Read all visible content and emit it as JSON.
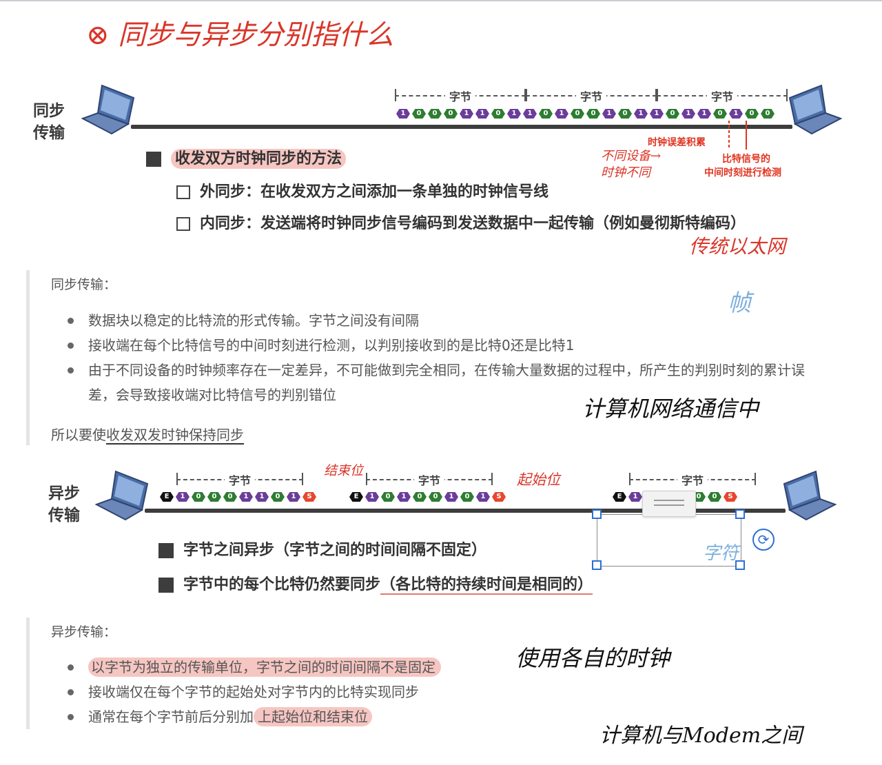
{
  "title_hand": "⊗ 同步与异步分别指什么",
  "sync": {
    "label": "同步\n传输",
    "byte_label": "字节",
    "bits": [
      "1",
      "0",
      "0",
      "0",
      "1",
      "1",
      "0",
      "1",
      "1",
      "0",
      "1",
      "0",
      "0",
      "1",
      "0",
      "1",
      "1",
      "0",
      "1",
      "1",
      "0",
      "1",
      "0",
      "0"
    ],
    "annot_clock_error": "时钟误差积累",
    "annot_detect_1": "比特信号的",
    "annot_detect_2": "中间时刻进行检测",
    "hand_device_clock": "不同设备→ 时钟不同",
    "heading": "收发双方时钟同步的方法",
    "external": "外同步：在收发双方之间添加一条单独的时钟信号线",
    "internal": "内同步：发送端将时钟同步信号编码到发送数据中一起传输（例如曼彻斯特编码）",
    "hand_ethernet": "传统以太网"
  },
  "note_sync": {
    "title": "同步传输：",
    "bullets": [
      "数据块以稳定的比特流的形式传输。字节之间没有间隔",
      "接收端在每个比特信号的中间时刻进行检测，以判别接收到的是比特0还是比特1",
      "由于不同设备的时钟频率存在一定差异，不可能做到完全相同，在传输大量数据的过程中，所产生的判别时刻的累计误差，会导致接收端对比特信号的判别错位"
    ],
    "footer_prefix": "所以要使",
    "footer_underlined": "收发双发时钟保持同步",
    "hand_frame": "帧",
    "hand_network": "计算机网络通信中"
  },
  "async": {
    "label": "异步\n传输",
    "byte_label": "字节",
    "groups": [
      [
        "E",
        "1",
        "0",
        "0",
        "0",
        "1",
        "1",
        "0",
        "1",
        "S"
      ],
      [
        "E",
        "1",
        "0",
        "1",
        "0",
        "0",
        "1",
        "0",
        "1",
        "S"
      ],
      [
        "E",
        "1",
        "0",
        "0",
        "1",
        "0",
        "0",
        "S"
      ]
    ],
    "hand_end": "结束位",
    "hand_start": "起始位",
    "line1_main": "字节之间异步",
    "line1_paren": "（字节之间的时间间隔不固定）",
    "line2_main": "字节中的每个比特仍然要同步",
    "line2_paren": "（各比特的持续时间是相同的）",
    "hand_char": "字符"
  },
  "note_async": {
    "title": "异步传输：",
    "bullet1_a": "以字节为独立的传输单位，",
    "bullet1_b": "字节之间的时间间隔不是固定",
    "bullet2": "接收端仅在每个字节的起始处对字节内的比特实现同步",
    "bullet3_prefix": "通常在每个字节前后分别加",
    "bullet3_hl": "上起始位和结束位",
    "hand_clock": "使用各自的时钟",
    "hand_modem": "计算机与Modem之间"
  },
  "colors": {
    "bit_one": "#6a3d9a",
    "bit_zero": "#2e7d32",
    "start_bit": "#e8462e",
    "highlight": "#eb8078",
    "handwriting_red": "#d9362a"
  }
}
